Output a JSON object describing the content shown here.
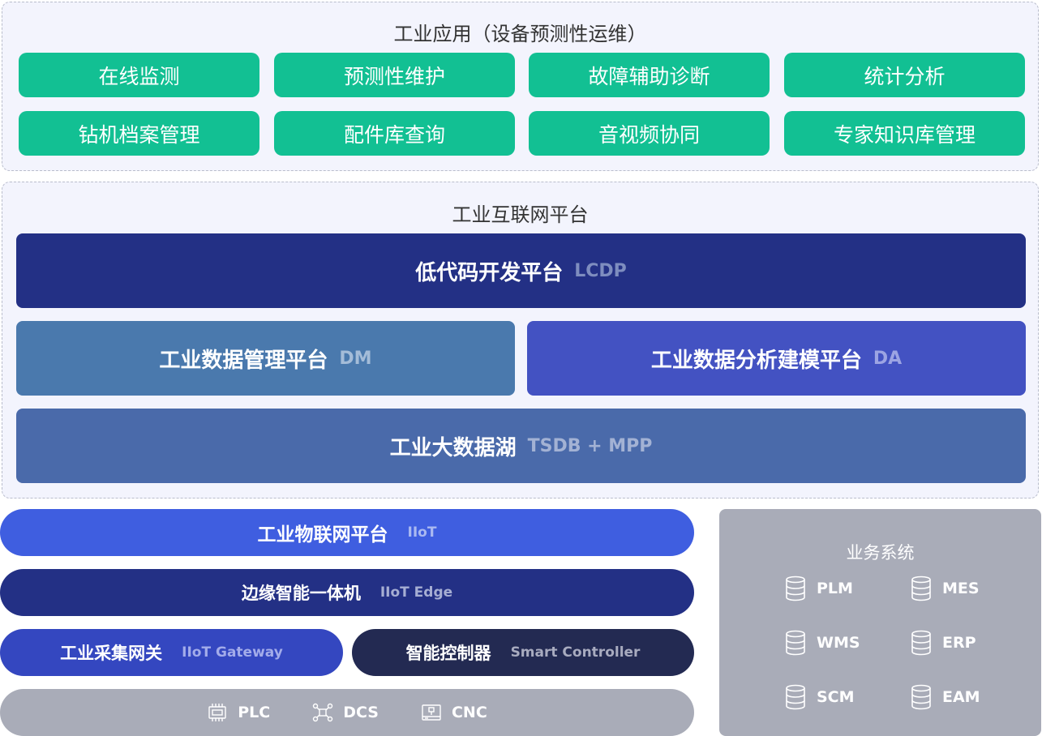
{
  "apps": {
    "title": "工业应用（设备预测性运维）",
    "items": [
      "在线监测",
      "预测性维护",
      "故障辅助诊断",
      "统计分析",
      "钻机档案管理",
      "配件库查询",
      "音视频协同",
      "专家知识库管理"
    ]
  },
  "platform": {
    "title": "工业互联网平台",
    "lcdp": {
      "name": "低代码开发平台",
      "abbr": "LCDP"
    },
    "dm": {
      "name": "工业数据管理平台",
      "abbr": "DM"
    },
    "da": {
      "name": "工业数据分析建模平台",
      "abbr": "DA"
    },
    "lake": {
      "name": "工业大数据湖",
      "abbr": "TSDB + MPP"
    }
  },
  "iot": {
    "platform": {
      "name": "工业物联网平台",
      "abbr": "IIoT"
    },
    "edge": {
      "name": "边缘智能一体机",
      "abbr": "IIoT Edge"
    },
    "gateway": {
      "name": "工业采集网关",
      "abbr": "IIoT Gateway"
    },
    "controller": {
      "name": "智能控制器",
      "abbr": "Smart Controller"
    },
    "devices": [
      {
        "label": "PLC",
        "icon": "plc-chip-icon"
      },
      {
        "label": "DCS",
        "icon": "dcs-network-icon"
      },
      {
        "label": "CNC",
        "icon": "cnc-machine-icon"
      }
    ]
  },
  "business": {
    "title": "业务系统",
    "items": [
      {
        "label": "PLM",
        "icon": "database-icon"
      },
      {
        "label": "MES",
        "icon": "database-icon"
      },
      {
        "label": "WMS",
        "icon": "database-icon"
      },
      {
        "label": "ERP",
        "icon": "database-icon"
      },
      {
        "label": "SCM",
        "icon": "database-icon"
      },
      {
        "label": "EAM",
        "icon": "database-icon"
      }
    ]
  },
  "colors": {
    "app_green": "#12c093",
    "navy": "#233085",
    "steel_blue": "#4a79ad",
    "indigo": "#4352c2",
    "lake_blue": "#4a6aaa",
    "iiot_blue": "#3f5ee0",
    "gateway_blue": "#3447c0",
    "controller_navy": "#232a52",
    "gray": "#a9acb8"
  }
}
